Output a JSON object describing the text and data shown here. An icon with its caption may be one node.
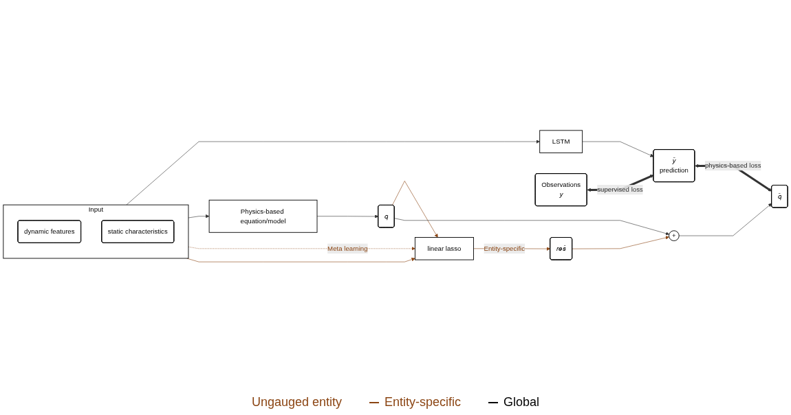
{
  "diagram": {
    "nodes": [
      {
        "text": [
          "Input"
        ]
      },
      {
        "text": [
          "dynamic features"
        ],
        "in": 0
      },
      {
        "text": [
          "static characteristics"
        ],
        "in": 0
      },
      {
        "text": [
          "LSTM"
        ]
      },
      {
        "text": [
          "Observations",
          "𝑦"
        ]
      },
      {
        "text": [
          "𝑦̂",
          "prediction"
        ]
      },
      {
        "text": [
          "𝑞̂"
        ]
      },
      {
        "text": [
          "Physics-based equation/model"
        ]
      },
      {
        "text": [
          "𝑞"
        ]
      },
      {
        "text": [
          "linear lasso"
        ]
      },
      {
        "text": [
          "𝑟𝑒𝑠̂"
        ]
      },
      {
        "text": [
          "+"
        ]
      }
    ],
    "edges": [
      {
        "from": 0,
        "to": 3,
        "arrow": "to"
      },
      {
        "from": 3,
        "to": 5,
        "arrow": "to"
      },
      {
        "from": 4,
        "to": 5,
        "arrow": "both",
        "label": "supervised loss",
        "style": "thick"
      },
      {
        "from": 5,
        "to": 6,
        "arrow": "both",
        "label": "physics-based loss",
        "style": "thick"
      },
      {
        "from": 0,
        "to": 7,
        "arrow": "to"
      },
      {
        "from": 7,
        "to": 8,
        "arrow": "to"
      },
      {
        "from": 0,
        "to": 9,
        "arrow": "to",
        "label": "Meta learning",
        "style": "dashed",
        "color": "#8b4513"
      },
      {
        "from": 0,
        "to": 9,
        "arrow": "to",
        "color": "#8b4513"
      },
      {
        "from": 8,
        "to": 9,
        "arrow": "to",
        "color": "#8b4513"
      },
      {
        "from": 9,
        "to": 10,
        "arrow": "to",
        "label": "Entity-specific",
        "color": "#8b4513"
      },
      {
        "from": 10,
        "to": 11,
        "arrow": "to",
        "color": "#8b4513"
      },
      {
        "from": 8,
        "to": 11,
        "arrow": "to"
      },
      {
        "from": 11,
        "to": 6,
        "arrow": "to"
      }
    ],
    "labels": [
      "Ungauged entity"
    ],
    "legend": [
      {
        "text": "Entity-specific",
        "color": "#8b4513"
      },
      {
        "text": "Global",
        "color": "#000000"
      }
    ]
  }
}
